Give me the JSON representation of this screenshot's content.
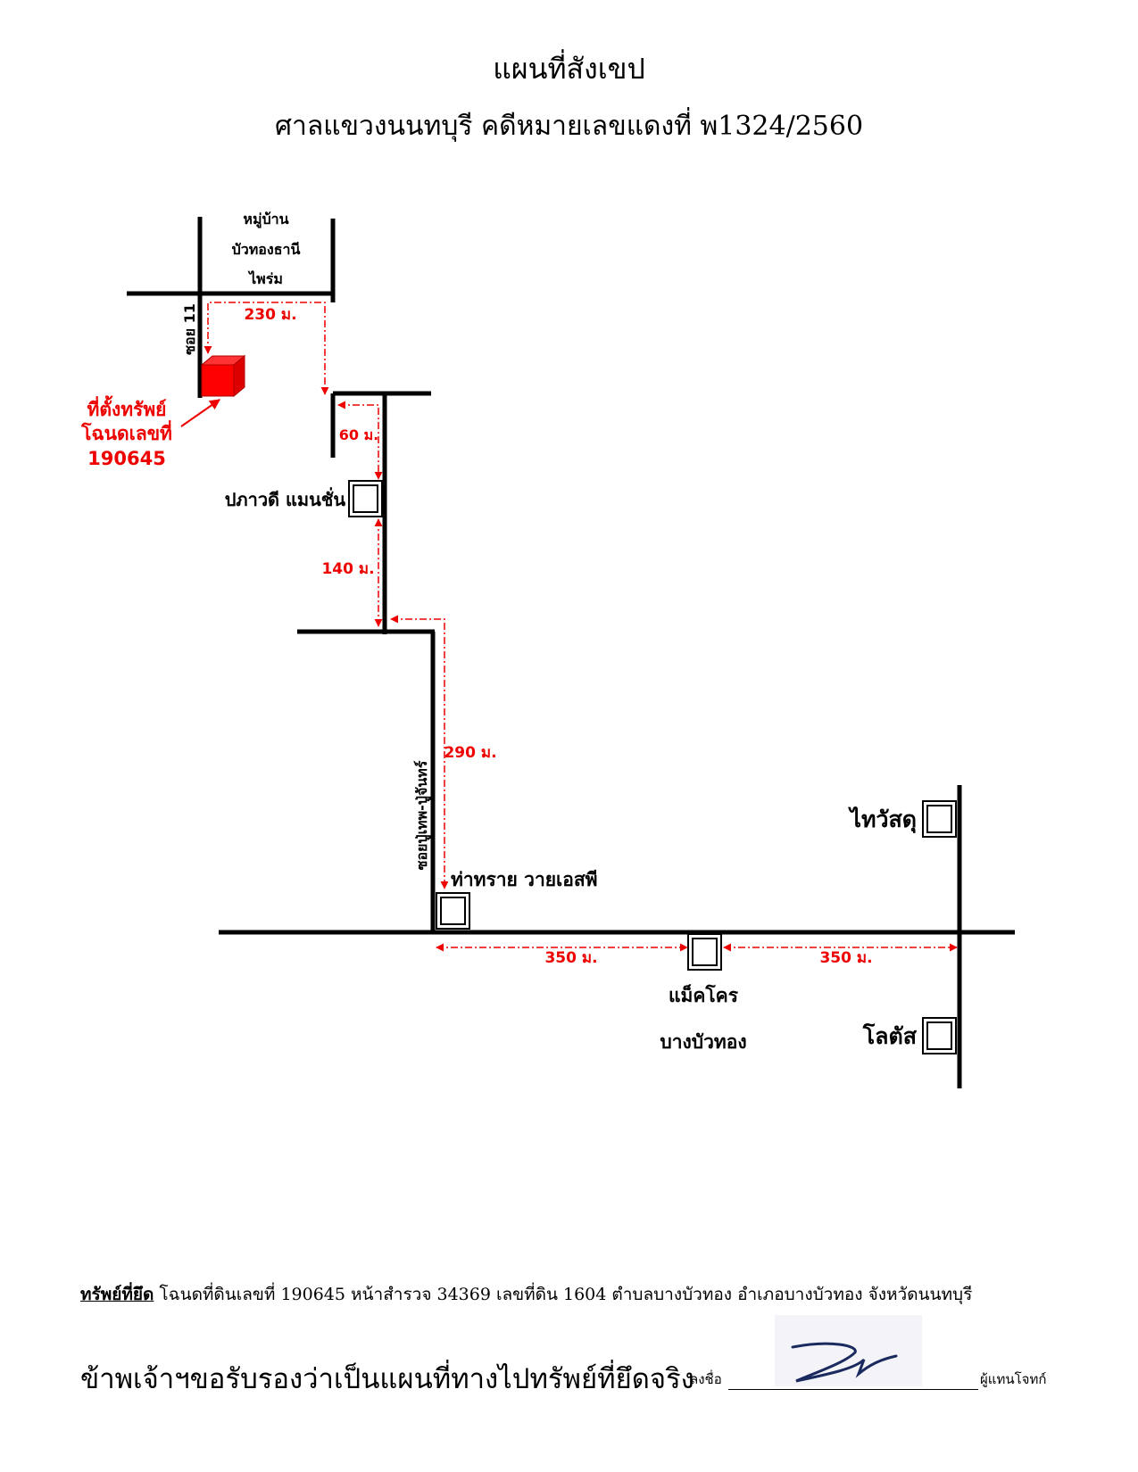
{
  "header": {
    "title": "แผนที่สังเขป",
    "subtitle": "ศาลแขวงนนทบุรี คดีหมายเลขแดงที่ พ1324/2560"
  },
  "map": {
    "village": [
      "หมู่บ้าน",
      "บัวทองธานี",
      "ไพร่ม"
    ],
    "soi11": "ซอย 11",
    "property_label": [
      "ที่ตั้งทรัพย์",
      "โฉนดเลขที่",
      "190645"
    ],
    "pavadee": "ปภาวดี แมนชั่น",
    "soi_pooja": "ซอยปู่เทพ-ปู่จันทร์",
    "tasai": "ท่าทราย วายเอสพี",
    "makro": [
      "แม็คโคร",
      "บางบัวทอง"
    ],
    "thaiwatsadu": "ไทวัสดุ",
    "lotus": "โลตัส",
    "distances": {
      "d230": "230 ม.",
      "d60": "60 ม.",
      "d140": "140 ม.",
      "d290": "290 ม.",
      "d350a": "350 ม.",
      "d350b": "350 ม."
    },
    "colors": {
      "road": "#000000",
      "marker": "#ff0000",
      "route": "#ee0000"
    }
  },
  "footer": {
    "property_heading": "ทรัพย์ที่ยึด",
    "property_text": " โฉนดที่ดินเลขที่ 190645 หน้าสำรวจ 34369 เลขที่ดิน 1604 ตำบลบางบัวทอง อำเภอบางบัวทอง จังหวัดนนทบุรี",
    "certify": "ข้าพเจ้าฯขอรับรองว่าเป็นแผนที่ทางไปทรัพย์ที่ยึดจริง",
    "sign_label": "ลงชื่อ",
    "sign_role": "ผู้แทนโจทก์"
  }
}
